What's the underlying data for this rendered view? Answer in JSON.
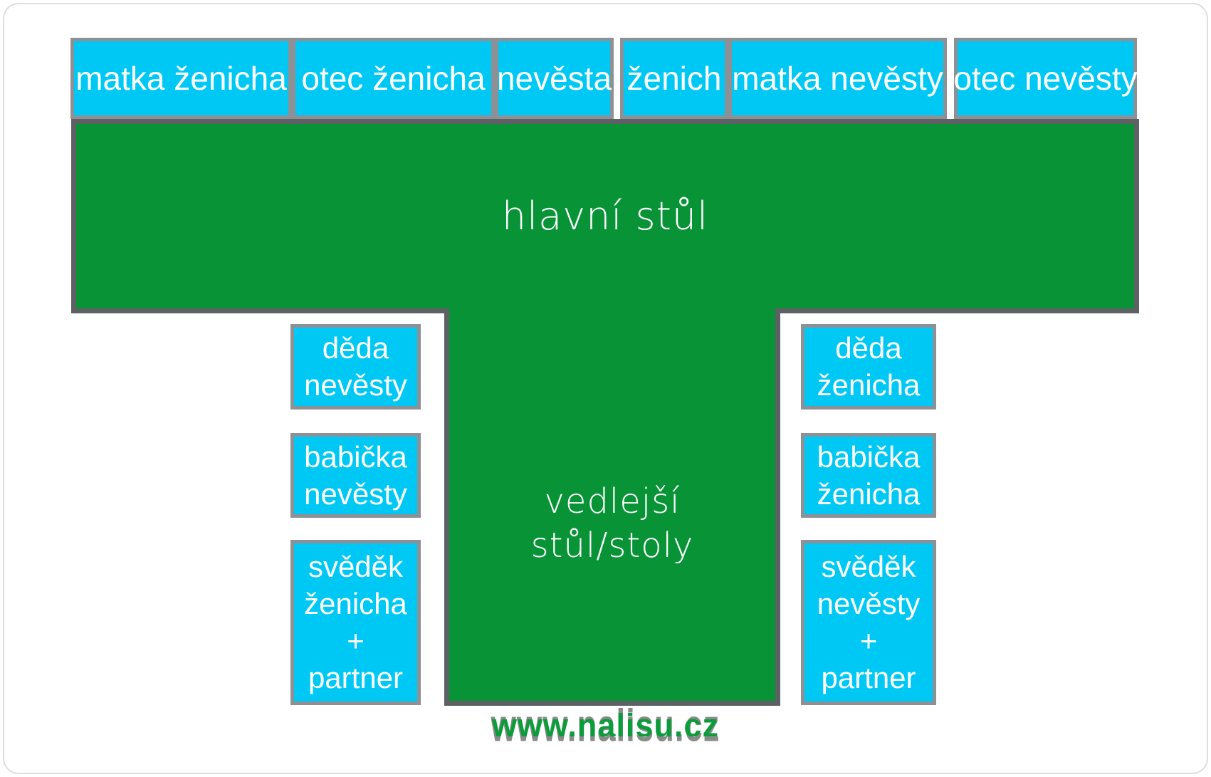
{
  "colors": {
    "seat_fill": "#00c8f4",
    "seat_border": "#8d9196",
    "table_fill": "#089436",
    "table_border": "#5e6164",
    "seat_text": "#ffffff",
    "table_text": "#ffffff",
    "watermark_green": "#0c9c3c",
    "watermark_gray": "#8a8a8a",
    "frame_gray": "#dedede"
  },
  "head_table": {
    "label": "hlavní stůl"
  },
  "side_table": {
    "line1": "vedlejší",
    "line2": "stůl/stoly"
  },
  "top_seats": [
    {
      "label": "matka ženicha"
    },
    {
      "label": "otec ženicha"
    },
    {
      "label": "nevěsta"
    },
    {
      "label": "ženich"
    },
    {
      "label": "matka nevěsty"
    },
    {
      "label": "otec nevěsty"
    }
  ],
  "left_seats": [
    {
      "line1": "děda",
      "line2": "nevěsty"
    },
    {
      "line1": "babička",
      "line2": "nevěsty"
    },
    {
      "line1": "svěděk",
      "line2": "ženicha",
      "line3": "+",
      "line4": "partner"
    }
  ],
  "right_seats": [
    {
      "line1": "děda",
      "line2": "ženicha"
    },
    {
      "line1": "babička",
      "line2": "ženicha"
    },
    {
      "line1": "svěděk",
      "line2": "nevěsty",
      "line3": "+",
      "line4": "partner"
    }
  ],
  "watermark": {
    "text": "www.nalisu.cz"
  }
}
